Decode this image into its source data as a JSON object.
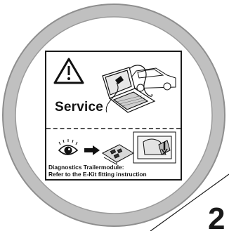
{
  "label": {
    "service": "Service",
    "diagnostics_line1": "Diagnostics Trailermodule:",
    "diagnostics_line2": "Refer to the E-Kit fitting instruction"
  },
  "page_corner": {
    "digit": "2"
  },
  "icons": {
    "warning": "warning-triangle-icon",
    "eye": "eye-icon",
    "arrow": "right-arrow-icon",
    "laptop": "laptop-icon",
    "car": "car-icon",
    "module": "trailer-module-icon"
  },
  "colors": {
    "ring": "#b9b9b9",
    "ring_edge": "#8e8e8e",
    "line": "#1a1a1a"
  }
}
